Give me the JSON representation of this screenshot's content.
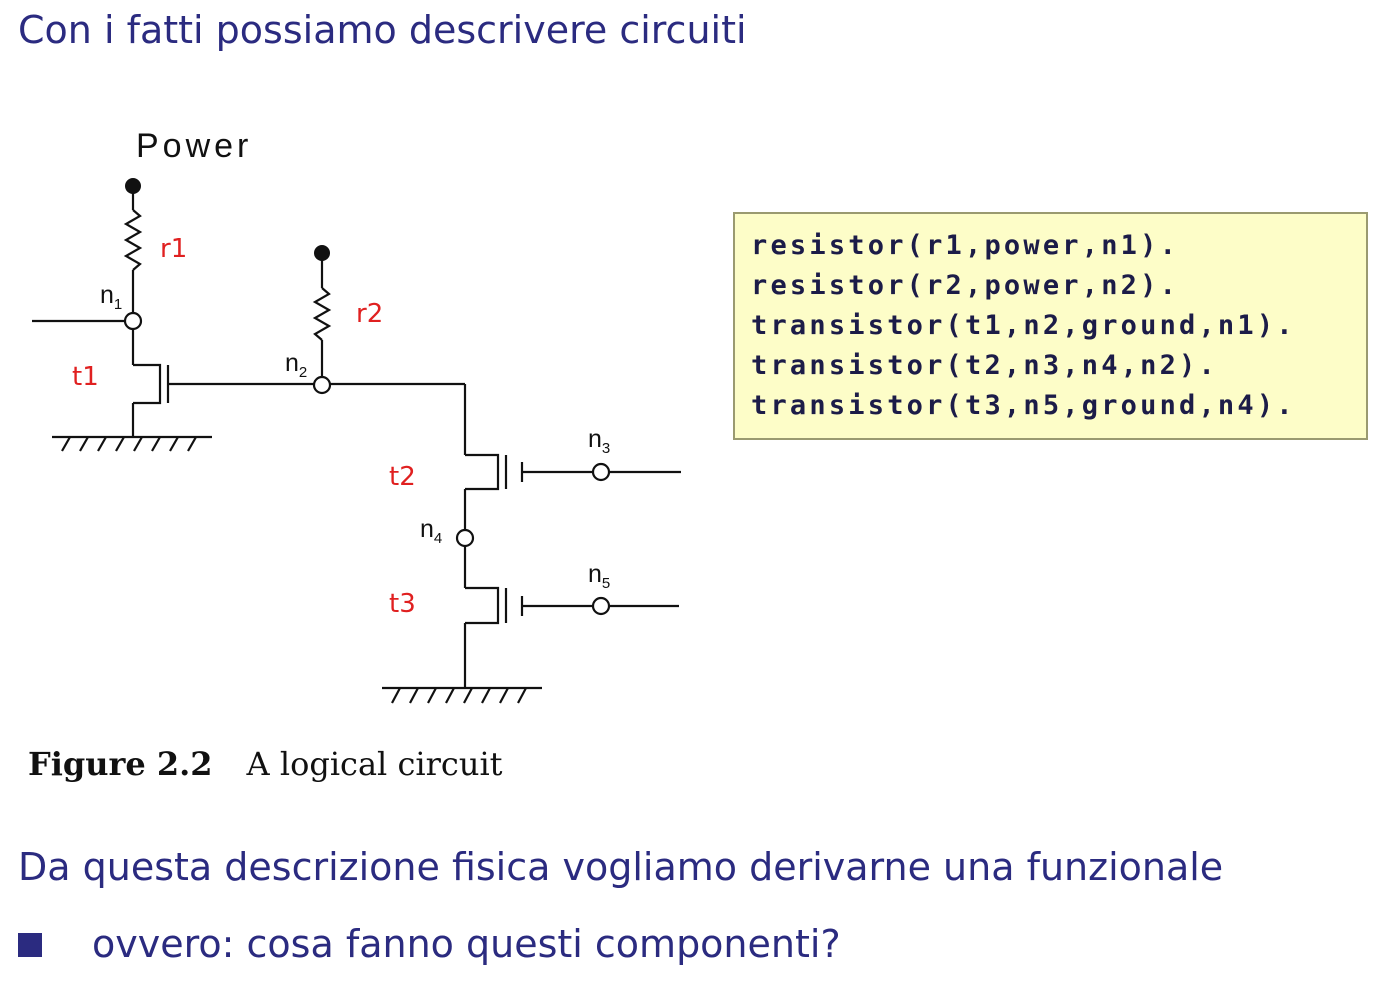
{
  "slide": {
    "title": "Con i fatti possiamo descrivere circuiti",
    "body_text": "Da questa descrizione fisica vogliamo derivarne una funzionale",
    "bullets": [
      "ovvero: cosa fanno questi componenti?"
    ]
  },
  "figure": {
    "power_label": "Power",
    "components": {
      "r1": "r1",
      "r2": "r2",
      "t1": "t1",
      "t2": "t2",
      "t3": "t3"
    },
    "nodes": {
      "n1": {
        "base": "n",
        "sub": "1"
      },
      "n2": {
        "base": "n",
        "sub": "2"
      },
      "n3": {
        "base": "n",
        "sub": "3"
      },
      "n4": {
        "base": "n",
        "sub": "4"
      },
      "n5": {
        "base": "n",
        "sub": "5"
      }
    },
    "caption_number": "Figure 2.2",
    "caption_text": "A logical circuit"
  },
  "code": {
    "lines": [
      "resistor(r1,power,n1).",
      "resistor(r2,power,n2).",
      "transistor(t1,n2,ground,n1).",
      "transistor(t2,n3,n4,n2).",
      "transistor(t3,n5,ground,n4)."
    ]
  },
  "colors": {
    "title": "#2b2b80",
    "component_labels": "#e02020",
    "code_background": "#fdfdc8",
    "code_text": "#1c1c48"
  }
}
